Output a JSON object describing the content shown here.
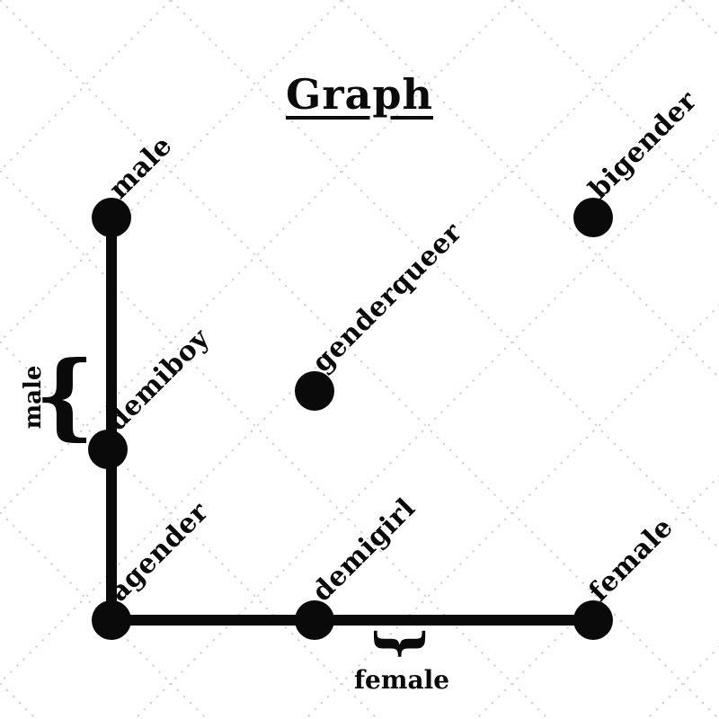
{
  "title": "Graph",
  "colors": {
    "ink": "#0a0a0a",
    "background": "#ffffff",
    "lattice": "#d2d2d2"
  },
  "graph": {
    "nodes": [
      {
        "id": "male",
        "label": "male"
      },
      {
        "id": "bigender",
        "label": "bigender"
      },
      {
        "id": "genderqueer",
        "label": "genderqueer"
      },
      {
        "id": "demiboy",
        "label": "demiboy"
      },
      {
        "id": "agender",
        "label": "agender"
      },
      {
        "id": "demigirl",
        "label": "demigirl"
      },
      {
        "id": "female",
        "label": "female"
      }
    ],
    "edges": [
      {
        "from": "male",
        "to": "demiboy"
      },
      {
        "from": "demiboy",
        "to": "agender"
      },
      {
        "from": "agender",
        "to": "demigirl"
      },
      {
        "from": "demigirl",
        "to": "female"
      }
    ],
    "annotations": [
      {
        "type": "brace",
        "glyph": "{",
        "label": "male",
        "target": "edge male-demiboy"
      },
      {
        "type": "brace",
        "glyph": "{",
        "label": "female",
        "target": "edge demigirl-female"
      }
    ]
  }
}
